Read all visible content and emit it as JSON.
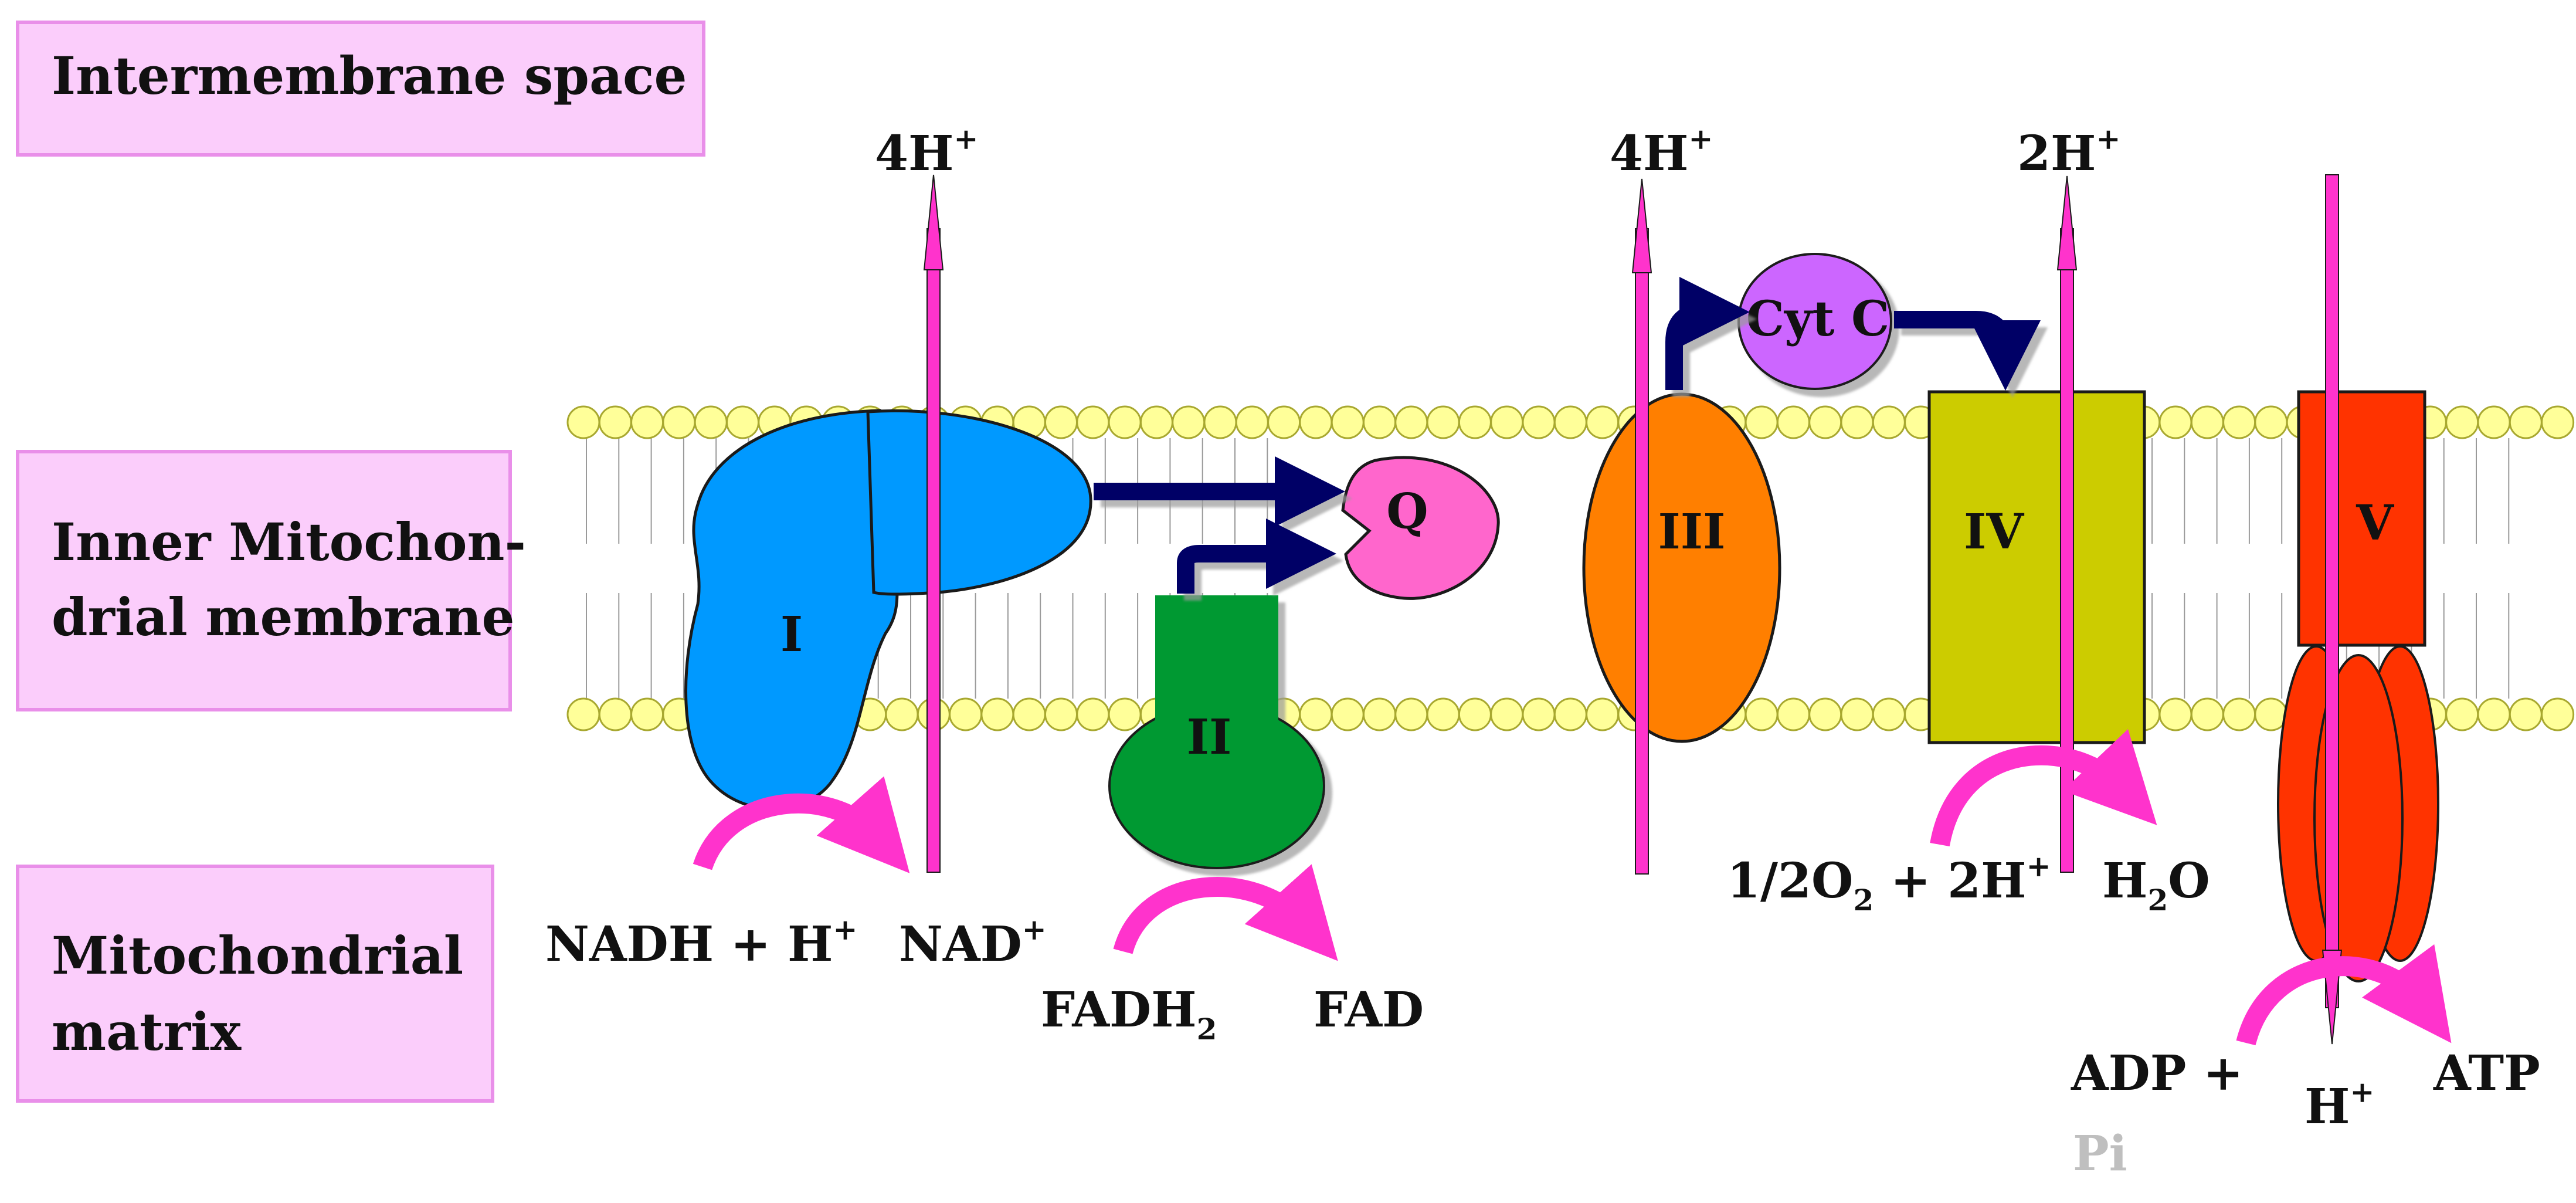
{
  "regions": {
    "intermembrane": "Intermembrane space",
    "membrane_line1": "Inner Mitochon-",
    "membrane_line2": "drial membrane",
    "matrix_line1": "Mitochondrial",
    "matrix_line2": "matrix"
  },
  "complexes": {
    "c1": "I",
    "c2": "II",
    "q": "Q",
    "c3": "III",
    "cytc": "Cyt C",
    "c4": "IV",
    "c5": "V"
  },
  "protons": {
    "c1_pump": {
      "base": "4H",
      "sup": "+"
    },
    "c3_pump": {
      "base": "4H",
      "sup": "+"
    },
    "c4_pump": {
      "base": "2H",
      "sup": "+"
    },
    "c5_inflow": {
      "base": "H",
      "sup": "+"
    }
  },
  "reactions": {
    "c1_substrate": {
      "base": "NADH + H",
      "sup": "+"
    },
    "c1_product": {
      "base": "NAD",
      "sup": "+"
    },
    "c2_substrate": {
      "base": "FADH",
      "sub": "2"
    },
    "c2_product": "FAD",
    "c4_substrate": {
      "pre": "1/2O",
      "sub": "2",
      "mid": " + 2H",
      "sup": "+"
    },
    "c4_product": {
      "pre": "H",
      "sub": "2",
      "post": "O"
    },
    "c5_substrate": "ADP +",
    "c5_substrate_faded": "Pi",
    "c5_product": "ATP"
  },
  "colors": {
    "region_box_fill": "#fbcdfb",
    "region_box_border": "#e98fe9",
    "lipid_head": "#ffff99",
    "lipid_head_border": "#a8a830",
    "complex_I": "#0099ff",
    "complex_II": "#009933",
    "ubiquinone": "#ff66cc",
    "complex_III": "#ff7f00",
    "cyt_c": "#cc66ff",
    "complex_IV": "#cccc00",
    "complex_V": "#ff3300",
    "proton_arrow": "#ff33cc",
    "electron_arrow": "#000066",
    "faded_text": "#bfbfbf"
  }
}
